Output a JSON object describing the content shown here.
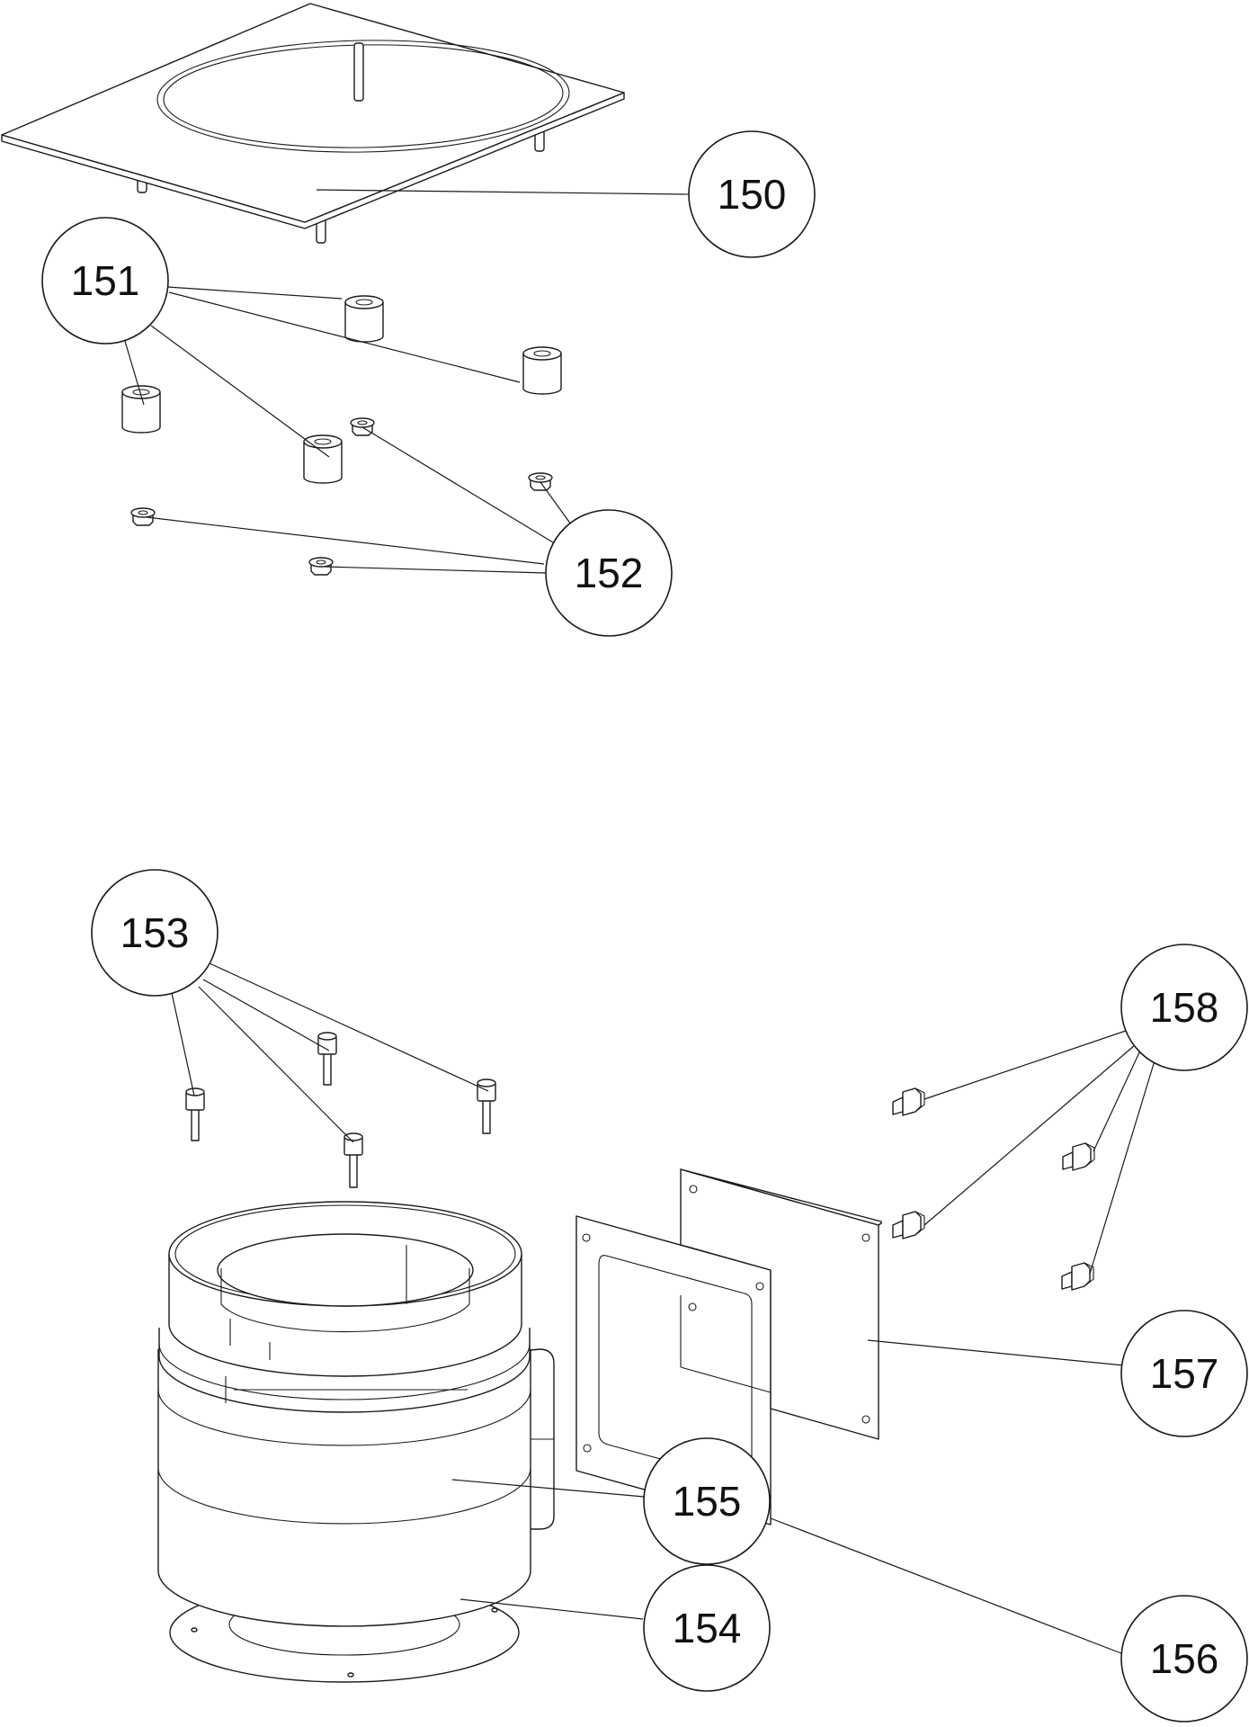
{
  "callouts": [
    {
      "id": "150",
      "label": "150"
    },
    {
      "id": "151",
      "label": "151"
    },
    {
      "id": "152",
      "label": "152"
    },
    {
      "id": "153",
      "label": "153"
    },
    {
      "id": "154",
      "label": "154"
    },
    {
      "id": "155",
      "label": "155"
    },
    {
      "id": "156",
      "label": "156"
    },
    {
      "id": "157",
      "label": "157"
    },
    {
      "id": "158",
      "label": "158"
    }
  ]
}
